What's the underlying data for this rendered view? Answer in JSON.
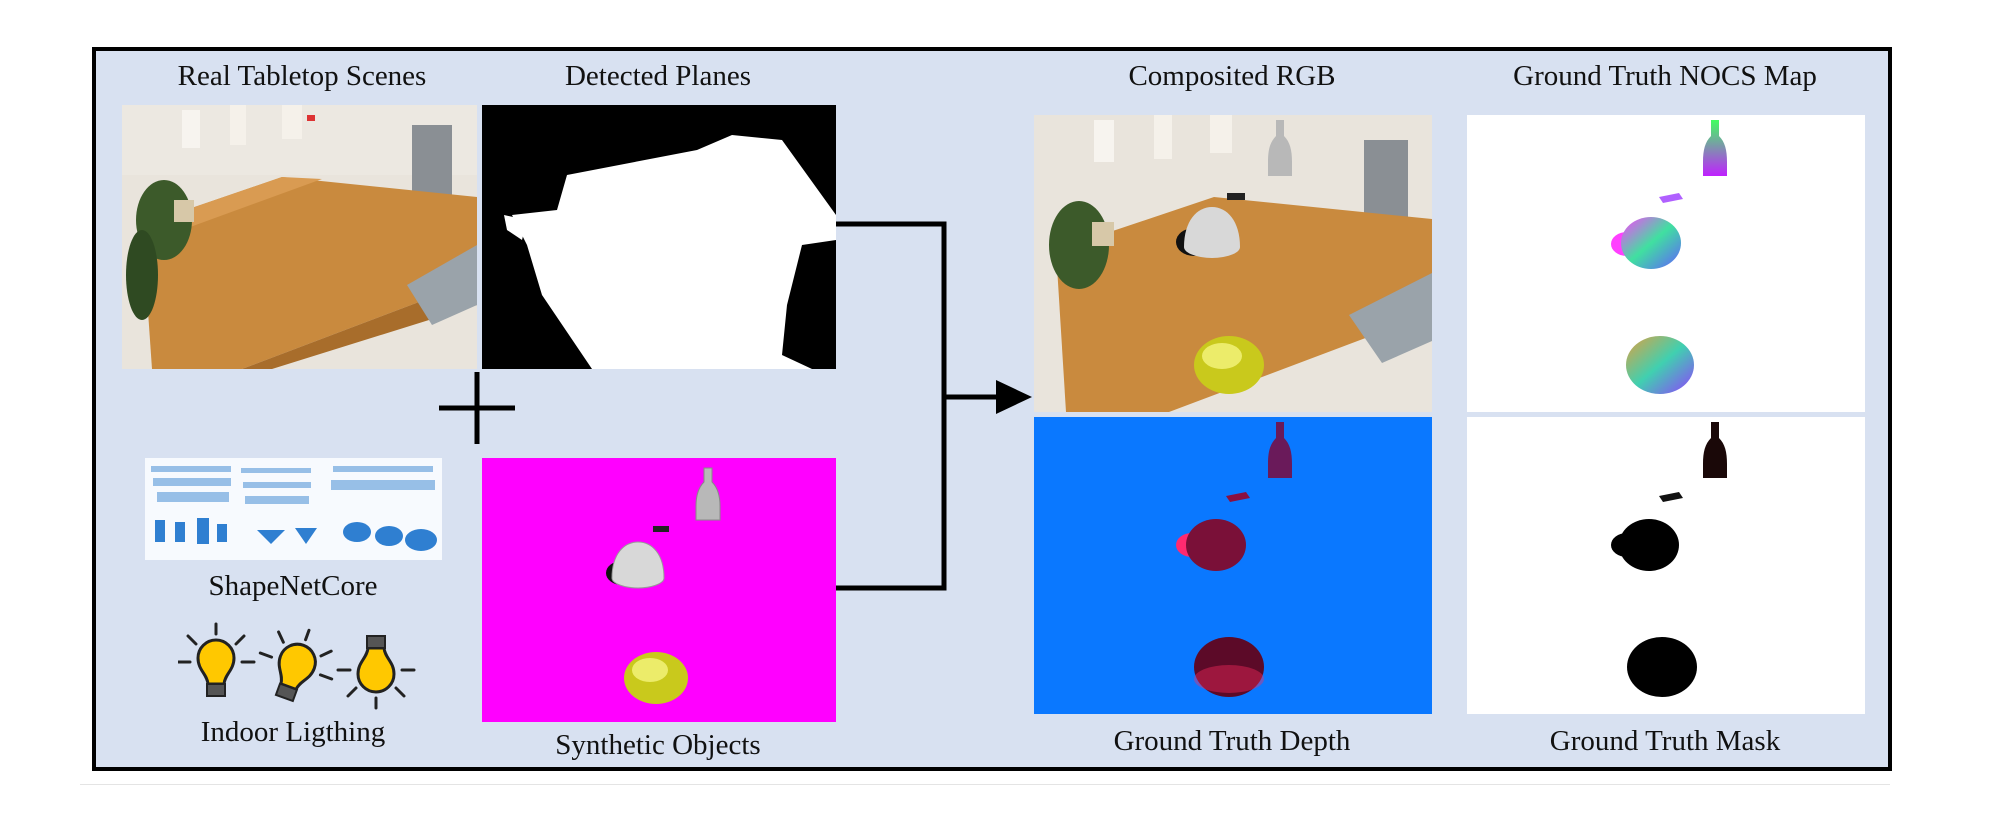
{
  "labels": {
    "real_scenes": "Real Tabletop Scenes",
    "detected_planes": "Detected Planes",
    "composited_rgb": "Composited RGB",
    "gt_nocs": "Ground Truth NOCS Map",
    "shapenet": "ShapeNetCore",
    "lighting": "Indoor Ligthing",
    "synthetic": "Synthetic Objects",
    "gt_depth": "Ground Truth Depth",
    "gt_mask": "Ground Truth Mask"
  },
  "colors": {
    "background": "#d8e1f1",
    "synthetic_bg": "#ff00ff",
    "depth_bg": "#0a78ff",
    "wood": "#c98a3e",
    "wall": "#e9e4dc",
    "bulb": "#ffc800"
  },
  "icons": {
    "plus": "plus-icon",
    "arrow": "arrow-right-icon",
    "bulb": "light-bulb-icon"
  }
}
